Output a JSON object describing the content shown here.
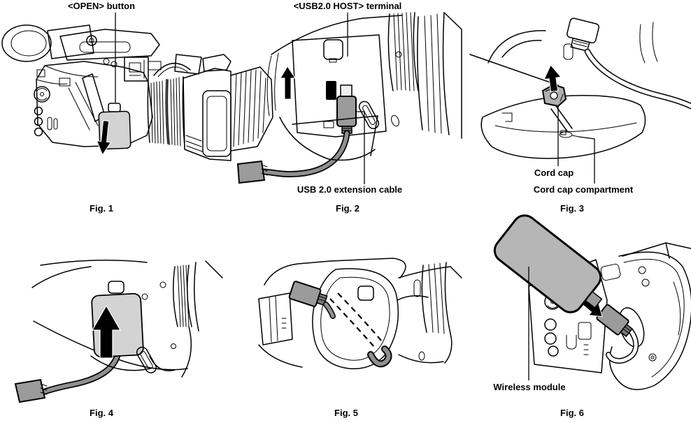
{
  "document": {
    "type": "instruction-diagram",
    "subject": "camcorder wireless module installation steps"
  },
  "figures": [
    {
      "caption": "Fig. 1",
      "callouts": {
        "open_button": "<OPEN> button"
      }
    },
    {
      "caption": "Fig. 2",
      "callouts": {
        "usb_host_terminal": "<USB2.0 HOST> terminal",
        "usb_extension_cable": "USB 2.0 extension cable"
      }
    },
    {
      "caption": "Fig. 3",
      "callouts": {
        "cord_cap": "Cord cap",
        "cord_cap_compartment": "Cord cap compartment"
      }
    },
    {
      "caption": "Fig. 4",
      "callouts": {}
    },
    {
      "caption": "Fig. 5",
      "callouts": {}
    },
    {
      "caption": "Fig. 6",
      "callouts": {
        "wireless_module": "Wireless module"
      }
    }
  ],
  "colors": {
    "background": "#ffffff",
    "line": "#000000",
    "cover_gray": "#d3d3d3",
    "connector_gray": "#9b9b9b",
    "module_gray": "#b6b6b6",
    "cable_gray": "#8f8f8f"
  }
}
